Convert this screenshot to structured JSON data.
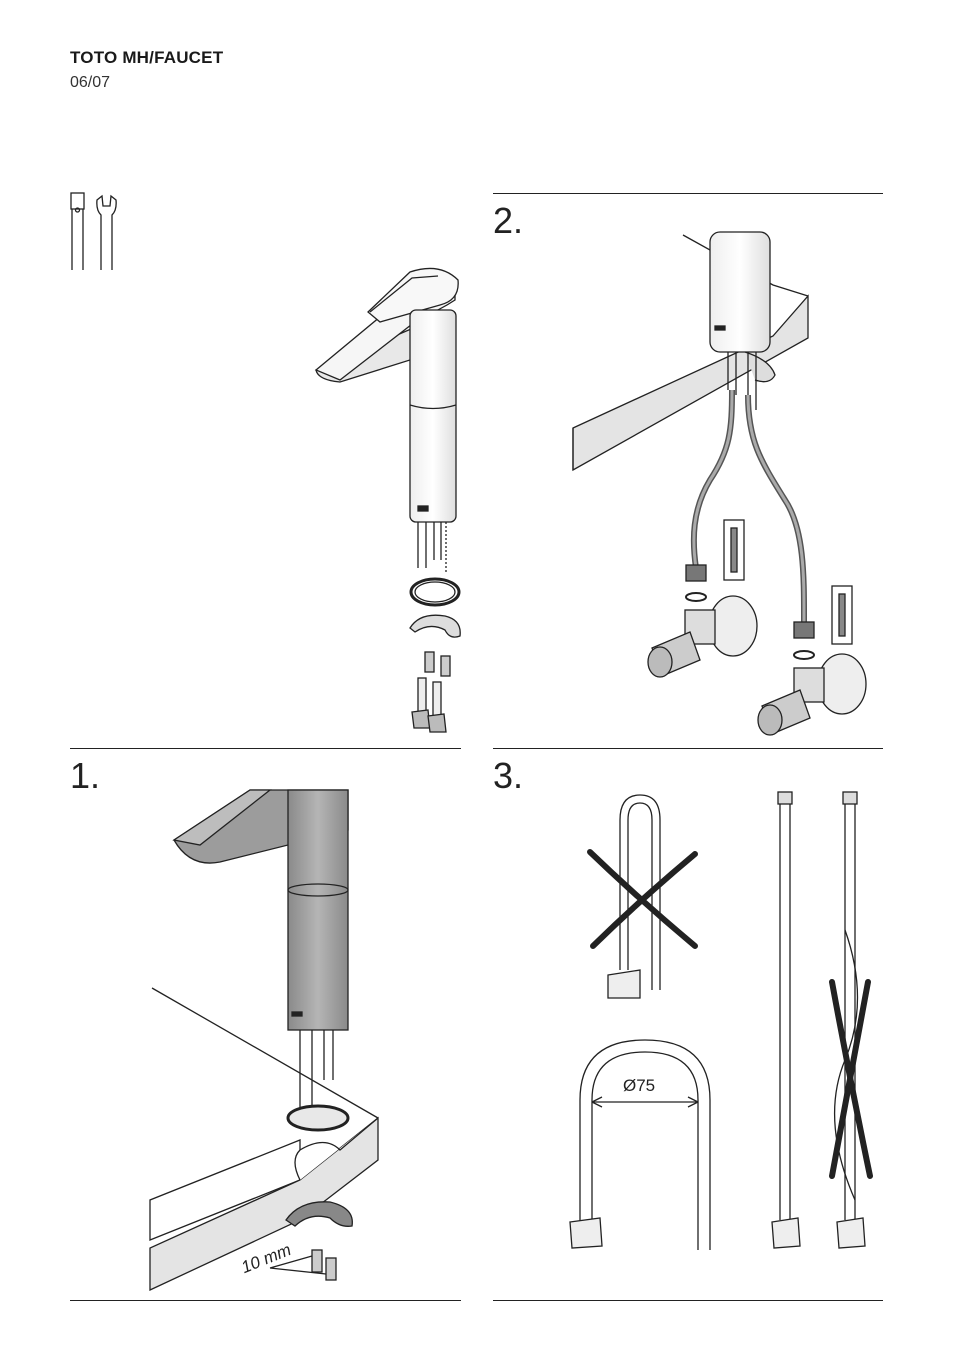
{
  "header": {
    "title": "TOTO MH/FAUCET",
    "page": "06/07"
  },
  "steps": [
    {
      "number": "1.",
      "label": "10 mm"
    },
    {
      "number": "2."
    },
    {
      "number": "3.",
      "label": "Ø75"
    }
  ],
  "tools": [
    "allen-key",
    "open-end-wrench"
  ],
  "brand_mark": "TOTO",
  "colors": {
    "line": "#1a1a1a",
    "metal": "#9a9a9a",
    "metal_light": "#c8c8c8",
    "metal_dark": "#6e6e6e",
    "counter": "#e2e2e2"
  }
}
